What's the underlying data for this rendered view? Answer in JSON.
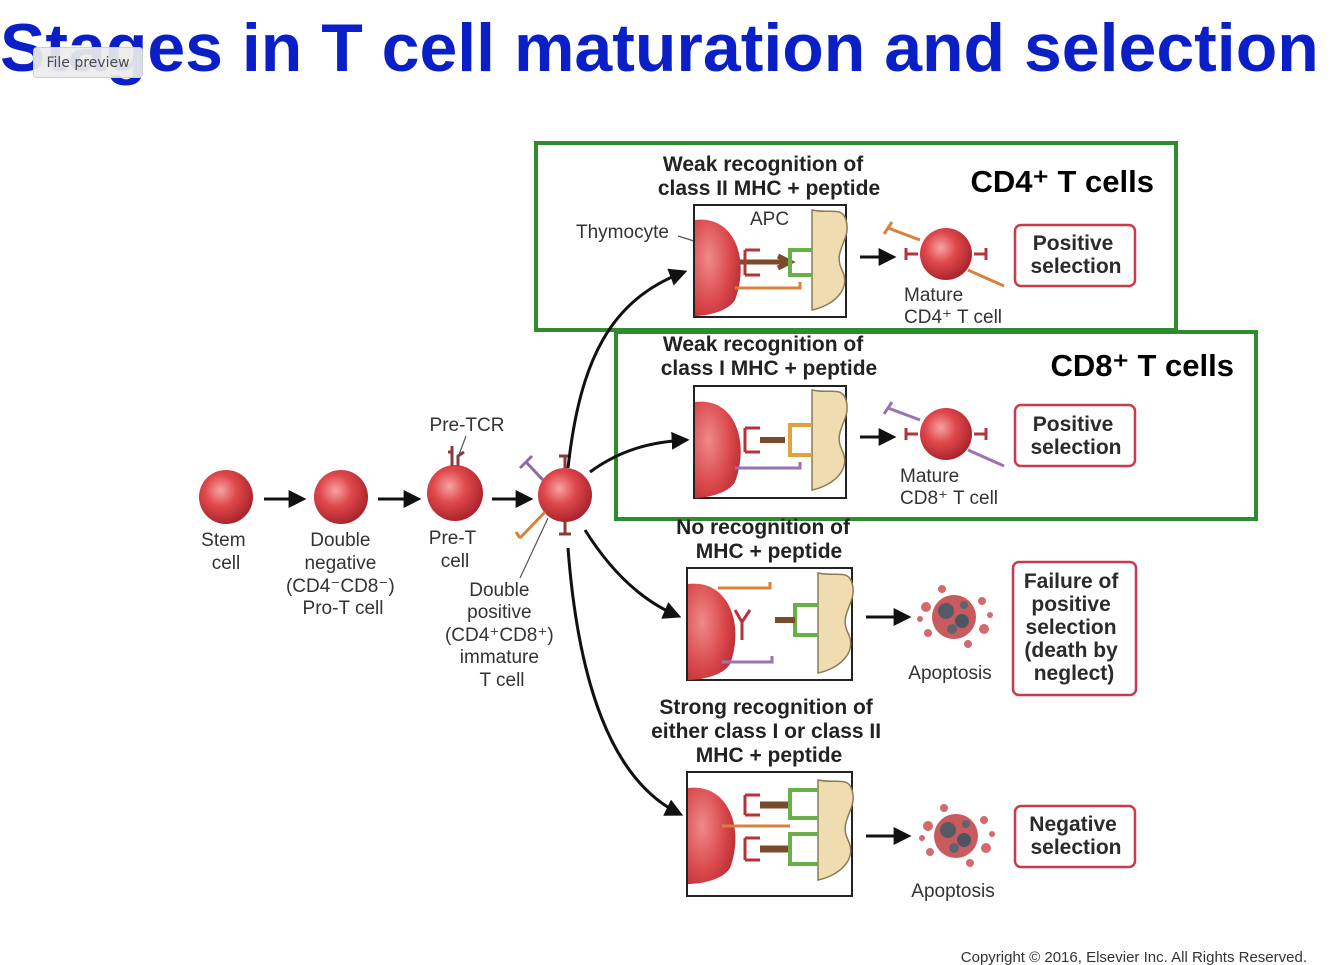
{
  "title": "Stages in T cell maturation and selection",
  "file_preview_label": "File preview",
  "colors": {
    "title": "#0b1fc7",
    "highlight_frame": "#2e8b2e",
    "cell": "#d9474a",
    "outcome_border": "#c83a4c",
    "apc": "#efdcb0"
  },
  "stages": {
    "stem": [
      "Stem",
      "cell"
    ],
    "double_negative": [
      "Double",
      "negative",
      "(CD4⁻CD8⁻)",
      "Pro-T cell"
    ],
    "pre_tcr": "Pre-TCR",
    "pre_t": [
      "Pre-T",
      "cell"
    ],
    "double_positive": [
      "Double",
      "positive",
      "(CD4⁺CD8⁺)",
      "immature",
      "T cell"
    ]
  },
  "panels": {
    "cd4": {
      "header": [
        "Weak recognition of",
        "class II MHC + peptide"
      ],
      "thymocyte": "Thymocyte",
      "apc": "APC",
      "result": [
        "Mature",
        "CD4⁺ T cell"
      ],
      "outcome": [
        "Positive",
        "selection"
      ],
      "group_label": "CD4⁺ T cells"
    },
    "cd8": {
      "header": [
        "Weak recognition of",
        "class I MHC + peptide"
      ],
      "result": [
        "Mature",
        "CD8⁺ T cell"
      ],
      "outcome": [
        "Positive",
        "selection"
      ],
      "group_label": "CD8⁺ T cells"
    },
    "none": {
      "header": [
        "No recognition of",
        "MHC + peptide"
      ],
      "result": "Apoptosis",
      "outcome": [
        "Failure of",
        "positive",
        "selection",
        "(death by",
        "neglect)"
      ]
    },
    "strong": {
      "header": [
        "Strong recognition of",
        "either class I or class II",
        "MHC + peptide"
      ],
      "result": "Apoptosis",
      "outcome": [
        "Negative",
        "selection"
      ]
    }
  },
  "copyright": "Copyright © 2016, Elsevier Inc. All Rights Reserved."
}
